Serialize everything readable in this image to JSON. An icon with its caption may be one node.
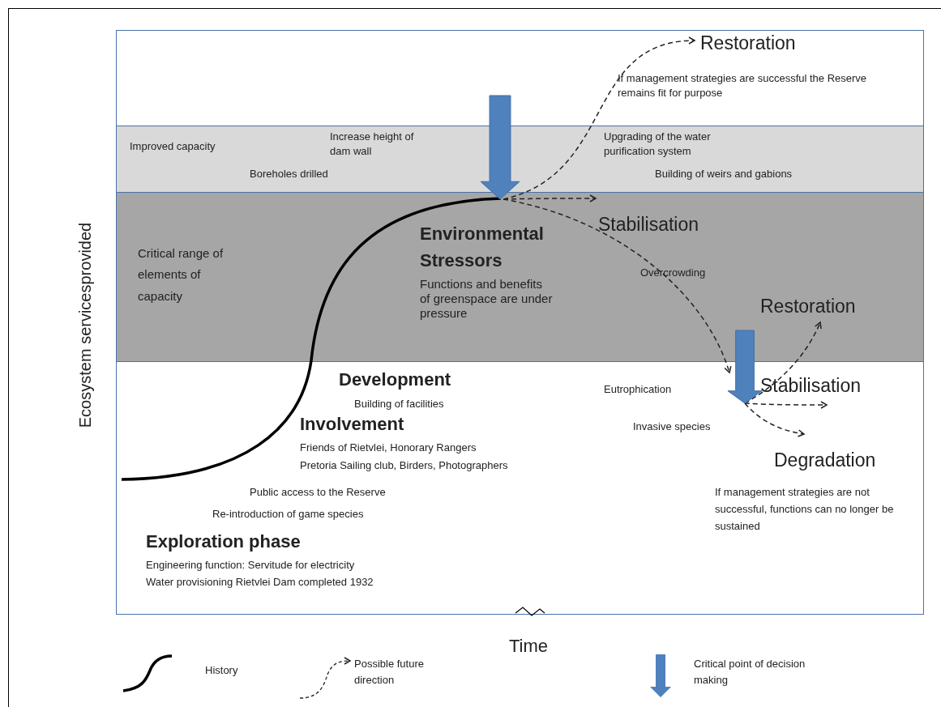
{
  "diagram": {
    "nodes": [
      {
        "text": [],
        "shape": "arrow"
      },
      {
        "text": [
          "Restoration"
        ]
      },
      {
        "text": [
          "Stabilisation"
        ]
      },
      {
        "text": [],
        "shape": "arrow"
      },
      {
        "text": [
          "Restoration"
        ]
      },
      {
        "text": [
          "Stabilisation"
        ]
      },
      {
        "text": [
          "Degradation"
        ]
      }
    ],
    "edges": [
      {
        "from": 0,
        "to": 1,
        "arrow": "to",
        "style": "dashed"
      },
      {
        "from": 0,
        "to": 2,
        "arrow": "to",
        "style": "dashed"
      },
      {
        "from": 0,
        "to": 3,
        "arrow": "to",
        "style": "dashed"
      },
      {
        "from": 3,
        "to": 4,
        "arrow": "to",
        "style": "dashed"
      },
      {
        "from": 3,
        "to": 5,
        "arrow": "to",
        "style": "dashed"
      },
      {
        "from": 3,
        "to": 6,
        "arrow": "to",
        "style": "dashed"
      }
    ],
    "labels": [
      "Improved capacity",
      "Increase height of dam wall",
      "Boreholes drilled",
      "If management strategies are successful the Reserve remains fit for purpose",
      "Upgrading of the water purification system",
      "Building of weirs and gabions",
      "Critical range of elements of capacity",
      "Environmental Stressors",
      "Functions and benefits of greenspace are under pressure",
      "Overcrowding",
      "Development",
      "Building of facilities",
      "Eutrophication",
      "Involvement",
      "Invasive species",
      "Friends of Rietvlei, Honorary Rangers",
      "Pretoria Sailing club, Birders, Photographers",
      "If management strategies are not successful, functions can no longer be sustained",
      "Public access to the Reserve",
      "Re-introduction of game species",
      "Exploration phase",
      "Engineering function: Servitude for electricity",
      "Water provisioning Rietvlei Dam completed 1932",
      "Ecosystem servicesprovided",
      "Time"
    ],
    "legend": [
      {
        "text": "History"
      },
      {
        "text": "Possible future direction"
      },
      {
        "text": "Critical point of decision making"
      }
    ]
  }
}
